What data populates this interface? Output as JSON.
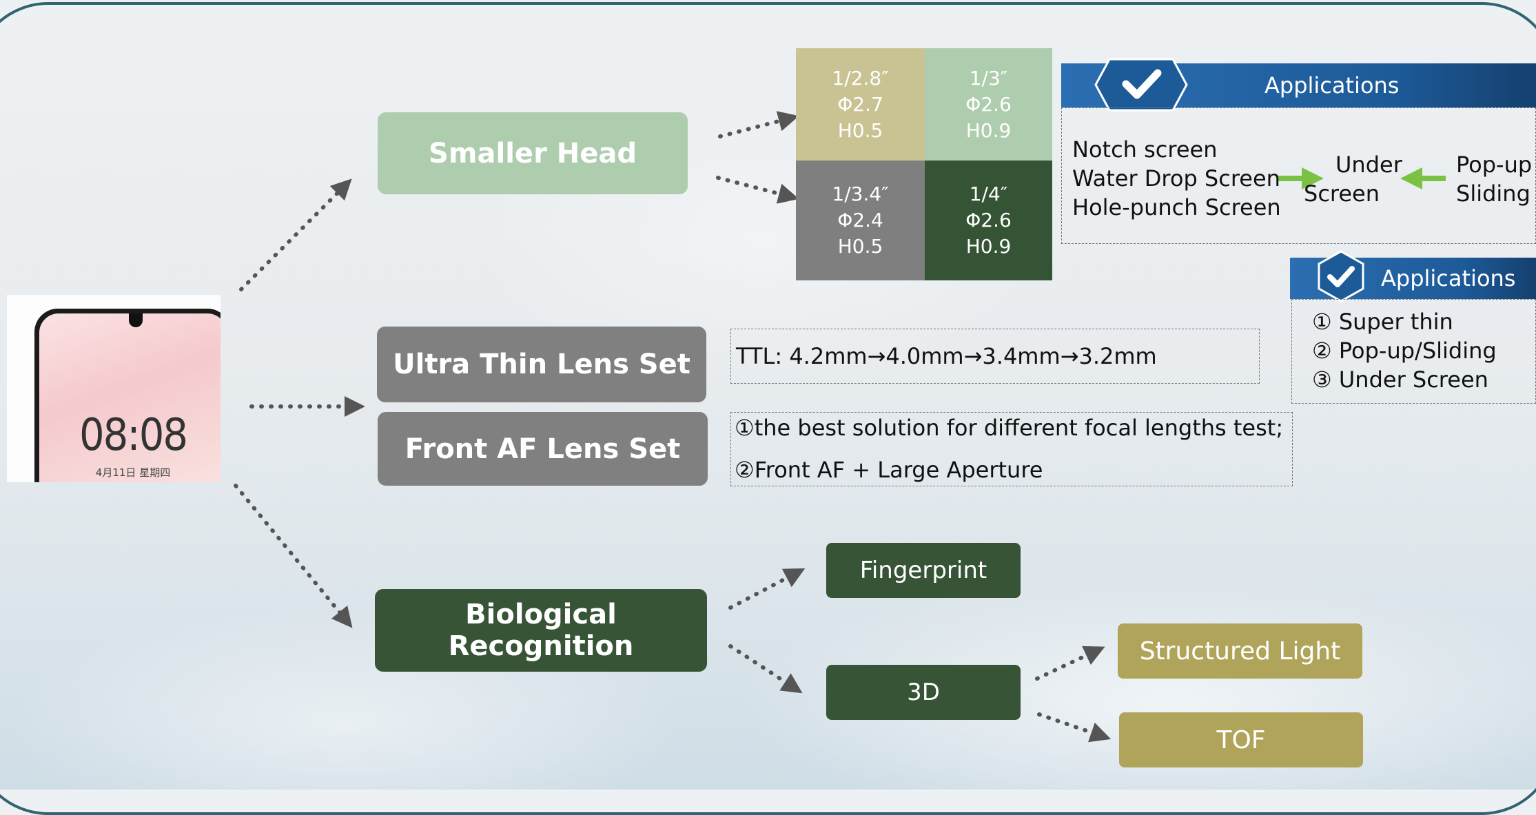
{
  "nodes": {
    "smaller_head": "Smaller Head",
    "ultra_thin": "Ultra Thin Lens Set",
    "front_af": "Front AF Lens Set",
    "bio": "Biological Recognition",
    "fingerprint": "Fingerprint",
    "three_d": "3D",
    "structured_light": "Structured Light",
    "tof": "TOF"
  },
  "phone": {
    "time": "08:08",
    "date": "4月11日 星期四"
  },
  "sensor_grid": [
    {
      "l1": "1/2.8″",
      "l2": "Φ2.7",
      "l3": "H0.5",
      "color": "#c9c394"
    },
    {
      "l1": "1/3″",
      "l2": "Φ2.6",
      "l3": "H0.9",
      "color": "#aecdae"
    },
    {
      "l1": "1/3.4″",
      "l2": "Φ2.4",
      "l3": "H0.5",
      "color": "#7f7f7f"
    },
    {
      "l1": "1/4″",
      "l2": "Φ2.6",
      "l3": "H0.9",
      "color": "#355435"
    }
  ],
  "applications_top": {
    "title": "Applications",
    "left_items": [
      "Notch screen",
      "Water Drop Screen",
      "Hole-punch Screen"
    ],
    "center": [
      "Under",
      "Screen"
    ],
    "right": [
      "Pop-up",
      "Sliding"
    ]
  },
  "applications_side": {
    "title": "Applications",
    "items": [
      "① Super thin",
      "② Pop-up/Sliding",
      "③ Under Screen"
    ]
  },
  "ttl_text": "TTL: 4.2mm→4.0mm→3.4mm→3.2mm",
  "af_lines": [
    "①the best solution for different focal lengths test;",
    "②Front AF + Large Aperture"
  ],
  "colors": {
    "light_green": "#aecdae",
    "gray": "#808080",
    "dark_green": "#375437",
    "olive": "#b0a45a",
    "arrow_green": "#7cc242",
    "frame": "#2f6470"
  }
}
